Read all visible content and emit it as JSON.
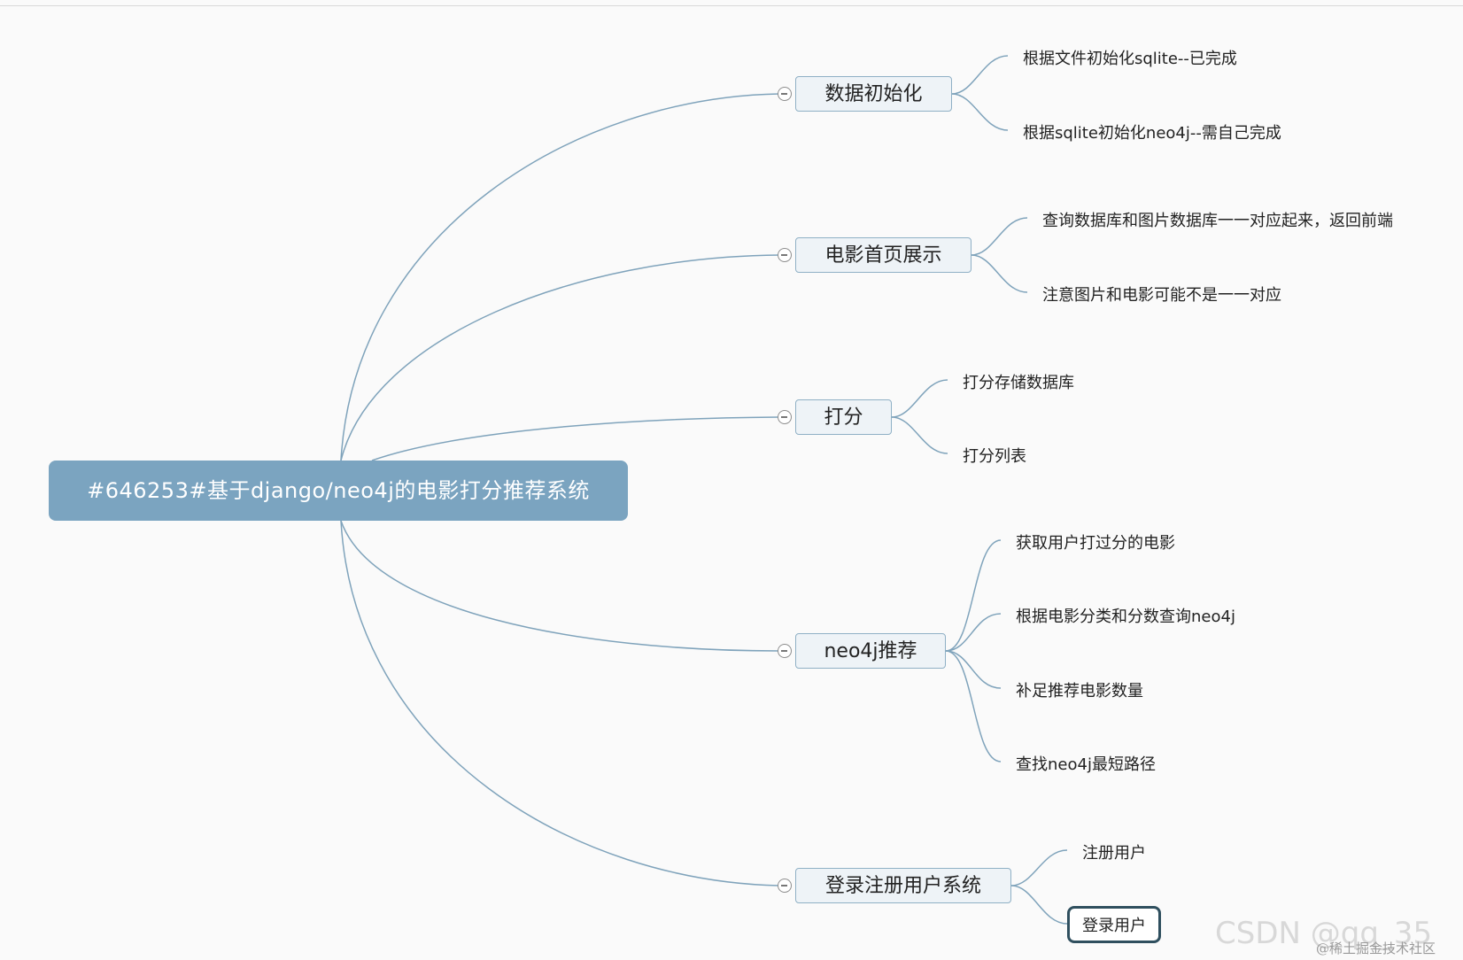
{
  "root": {
    "label": "#646253#基于django/neo4j的电影打分推荐系统"
  },
  "topics": [
    {
      "label": "数据初始化",
      "children": [
        "根据文件初始化sqlite--已完成",
        "根据sqlite初始化neo4j--需自己完成"
      ]
    },
    {
      "label": "电影首页展示",
      "children": [
        "查询数据库和图片数据库一一对应起来，返回前端",
        "注意图片和电影可能不是一一对应"
      ]
    },
    {
      "label": "打分",
      "children": [
        "打分存储数据库",
        "打分列表"
      ]
    },
    {
      "label": "neo4j推荐",
      "children": [
        "获取用户打过分的电影",
        "根据电影分类和分数查询neo4j",
        "补足推荐电影数量",
        "查找neo4j最短路径"
      ]
    },
    {
      "label": "登录注册用户系统",
      "children": [
        "注册用户",
        "登录用户"
      ]
    }
  ],
  "selected_leaf": "登录用户",
  "watermark": {
    "main": "CSDN @qq_35",
    "sub": "@稀土掘金技术社区"
  },
  "colors": {
    "root_fill": "#7ba4c0",
    "line": "#7fa3bb",
    "topic_border": "#8fb0c5",
    "topic_fill": "#eef3f7"
  }
}
